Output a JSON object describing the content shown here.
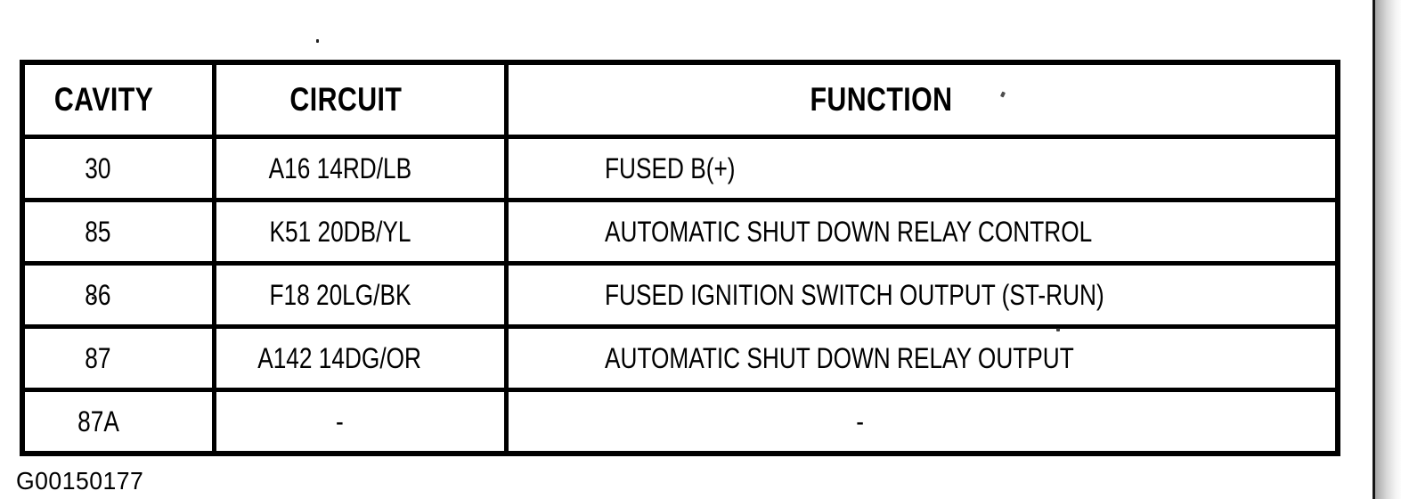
{
  "document": {
    "figure_id": "G00150177"
  },
  "table": {
    "columns": [
      {
        "id": "cavity",
        "label": "CAVITY"
      },
      {
        "id": "circuit",
        "label": "CIRCUIT"
      },
      {
        "id": "function",
        "label": "FUNCTION"
      }
    ],
    "rows": [
      {
        "cavity": "30",
        "circuit": "A16 14RD/LB",
        "function": "FUSED B(+)"
      },
      {
        "cavity": "85",
        "circuit": "K51 20DB/YL",
        "function": "AUTOMATIC SHUT DOWN RELAY CONTROL"
      },
      {
        "cavity": "86",
        "circuit": "F18 20LG/BK",
        "function": "FUSED IGNITION SWITCH OUTPUT (ST-RUN)"
      },
      {
        "cavity": "87",
        "circuit": "A142 14DG/OR",
        "function": "AUTOMATIC SHUT DOWN RELAY OUTPUT"
      },
      {
        "cavity": "87A",
        "circuit": "-",
        "function": "-"
      }
    ]
  },
  "colors": {
    "ink": "#000000",
    "paper": "#ffffff",
    "scan_edge_gray": "#a6a6a6"
  }
}
